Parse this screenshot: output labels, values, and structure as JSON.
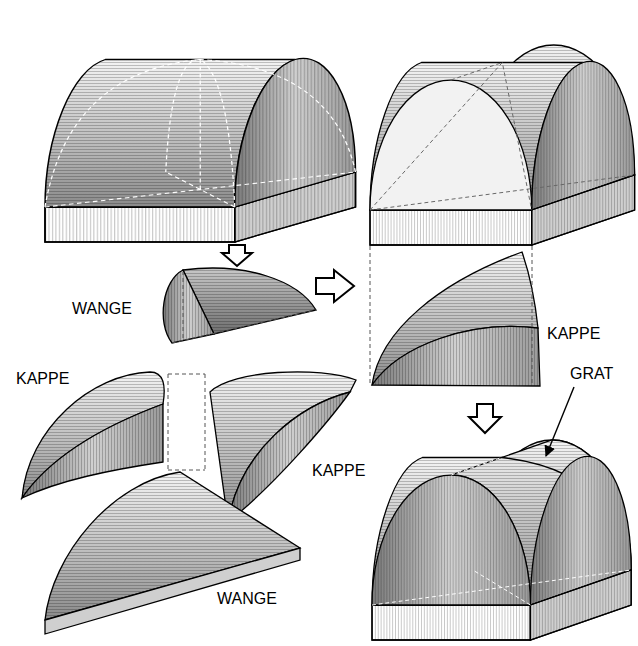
{
  "diagram": {
    "labels": [
      "WANGE",
      "KAPPE",
      "KAPPE",
      "GRAT",
      "KAPPE",
      "WANGE"
    ]
  }
}
